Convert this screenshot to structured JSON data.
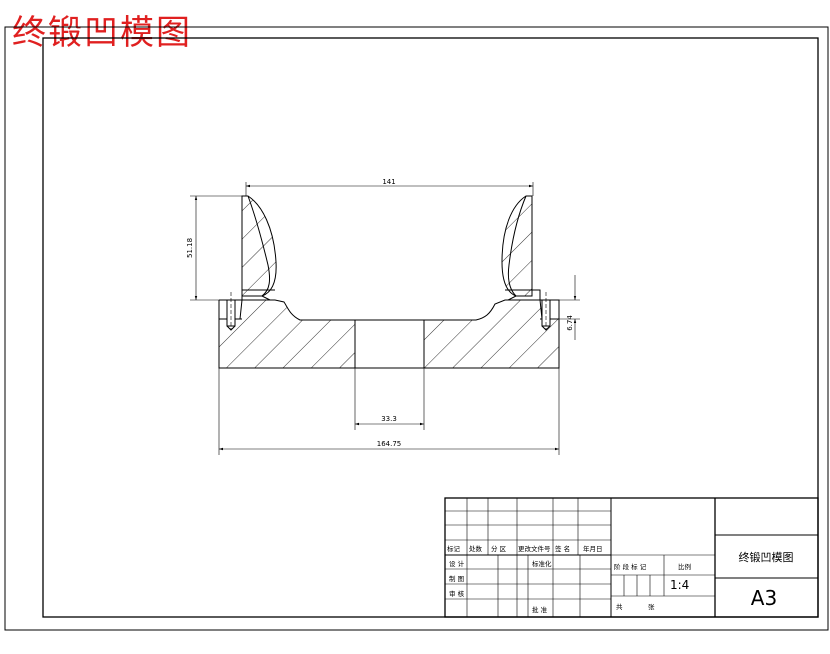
{
  "title": "终锻凹模图",
  "dimensions": {
    "top_width": "141",
    "left_height": "51.18",
    "right_small": "6.74",
    "bore": "33.3",
    "base_width": "164.75"
  },
  "title_block": {
    "drawing_name": "终锻凹模图",
    "sheet_size": "A3",
    "scale": "1:4",
    "labels": {
      "mark": "标记",
      "count": "处数",
      "zone": "分 区",
      "change_doc": "更改文件号",
      "sign": "签 名",
      "date": "年月日",
      "design": "设 计",
      "standardize": "标准化",
      "draw": "制 图",
      "review": "审 核",
      "approve": "批 准",
      "stage_mark": "阶 段 标 记",
      "scale_label": "比例",
      "total": "共",
      "sheet": "张"
    }
  }
}
